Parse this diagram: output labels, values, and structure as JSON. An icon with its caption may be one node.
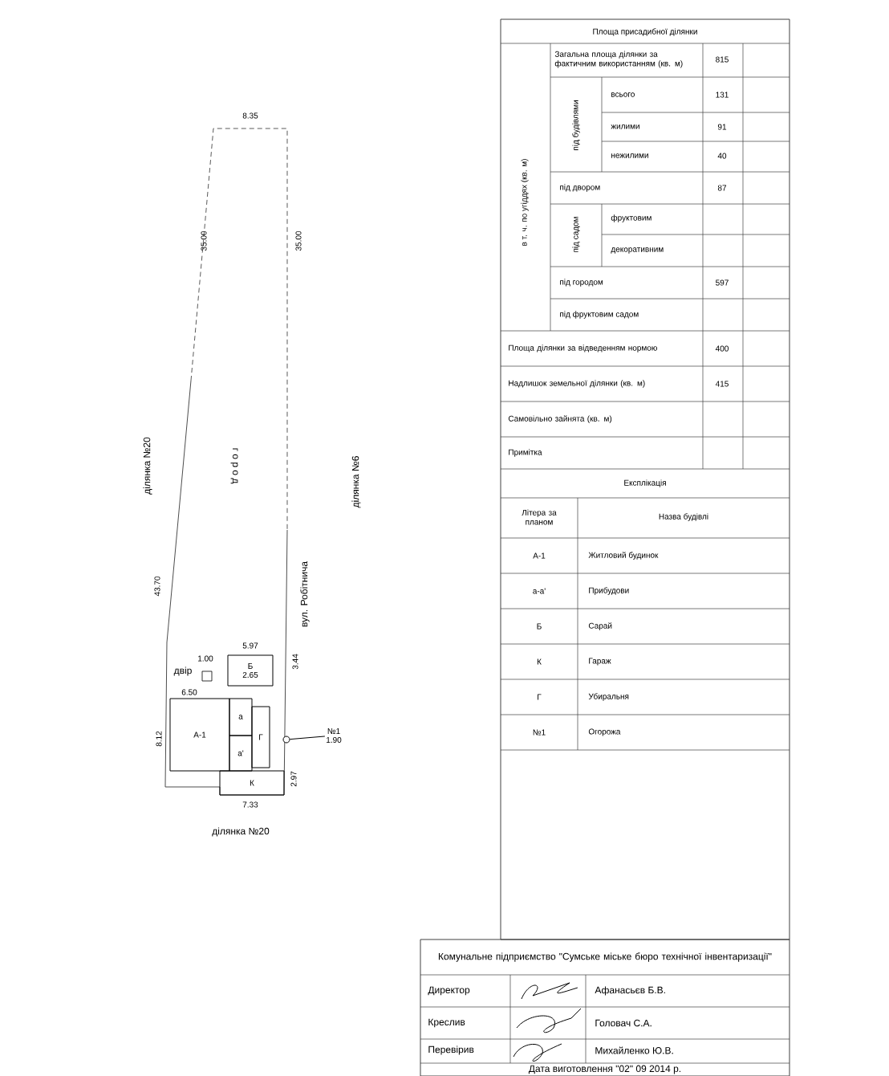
{
  "diagram": {
    "nodes": [
      {
        "text": [
          "А-1"
        ],
        "beside": [
          "6.50"
        ]
      },
      {
        "text": [
          "Б",
          "2.65"
        ],
        "beside": [
          "5.97"
        ]
      },
      {
        "text": [
          "а"
        ]
      },
      {
        "text": [
          "а'"
        ]
      },
      {
        "text": [
          "Г"
        ]
      },
      {
        "text": [
          "К"
        ],
        "beside": [
          "7.33"
        ]
      },
      {
        "text": [
          "№1",
          "1.90"
        ]
      },
      {
        "text": [],
        "shape": "circle"
      }
    ],
    "edges": [
      {
        "from": 6,
        "to": 7,
        "arrow": "none"
      }
    ],
    "labels": [
      "8.35",
      "35.00",
      "35.00",
      "ділянка №20",
      "ділянка №6",
      "г о р о д",
      "вул. Робітнича",
      "43.70",
      "двір",
      "1.00",
      "8.12",
      "3.44",
      "2.97",
      "ділянка №20",
      "Площа присадибної ділянки",
      "Загальна площа ділянки за фактичним використанням (кв. м)",
      "815",
      "в т. ч. по угіддях (кв. м)",
      "під будівлями",
      "всього",
      "131",
      "жилими",
      "91",
      "нежилими",
      "40",
      "під двором",
      "87",
      "під садом",
      "фруктовим",
      "декоративним",
      "під городом",
      "597",
      "під фруктовим садом",
      "Площа ділянки за відведенням нормою",
      "400",
      "Надлишок земельної ділянки (кв. м)",
      "415",
      "Самовільно зайнята (кв. м)",
      "Примітка",
      "Експлікація",
      "Літера за планом",
      "Назва будівлі",
      "А-1",
      "Житловий будинок",
      "а-а'",
      "Прибудови",
      "Б",
      "Сарай",
      "К",
      "Гараж",
      "Г",
      "Убиральня",
      "№1",
      "Огорожа",
      "Комунальне підприємство \"Сумське міське бюро технічної інвентаризації\"",
      "Директор",
      "Афанасьєв Б.В.",
      "Креслив",
      "Головач С.А.",
      "Перевірив",
      "Михайленко Ю.В.",
      "Дата виготовлення \"02\" 09 2014 р."
    ]
  }
}
